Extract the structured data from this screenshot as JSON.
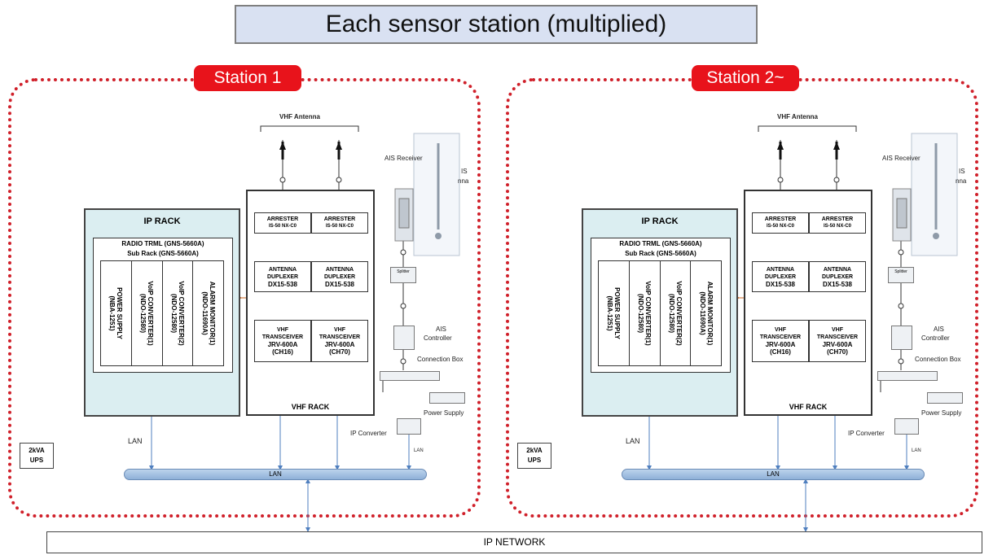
{
  "title": "Each sensor station (multiplied)",
  "stations": [
    {
      "badge": "Station 1",
      "vhf_antenna": "VHF Antenna",
      "ip_rack": {
        "title": "IP RACK",
        "radio_trml": "RADIO TRML (GNS-5660A)",
        "sub_rack": "Sub Rack (GNS-5660A)",
        "modules": [
          {
            "name": "POWER SUPPLY",
            "model": "(NBA-1251)"
          },
          {
            "name": "VoIP CONVERTER(1)",
            "model": "(NDO-12580)"
          },
          {
            "name": "VoIP CONVERTER(2)",
            "model": "(NDO-12580)"
          },
          {
            "name": "ALARM MONITOR(1)",
            "model": "(NDO-11690A)"
          }
        ]
      },
      "vhf_rack": {
        "title": "VHF RACK",
        "arrester": "ARRESTER",
        "arrester_model": "IS-50 NX-C0",
        "duplexer_1": "ANTENNA",
        "duplexer_2": "DUPLEXER",
        "duplexer_model": "DX15-538",
        "vhf": "VHF",
        "transceiver": "TRANSCEIVER",
        "transceiver_model": "JRV-600A",
        "ch_left": "(CH16)",
        "ch_right": "(CH70)"
      },
      "ais_receiver": "AIS Receiver",
      "ais_antenna_1": "IS",
      "ais_antenna_2": "nna",
      "splitter": "Splitter",
      "ais_controller_1": "AIS",
      "ais_controller_2": "Controller",
      "connection_box": "Connection Box",
      "power_supply": "Power Supply",
      "ip_converter": "IP Converter",
      "lan_small": "LAN",
      "lan_label": "LAN",
      "lan_bar": "LAN",
      "ups_1": "2kVA",
      "ups_2": "UPS"
    },
    {
      "badge": "Station 2~",
      "vhf_antenna": "VHF Antenna",
      "ip_rack": {
        "title": "IP RACK",
        "radio_trml": "RADIO TRML (GNS-5660A)",
        "sub_rack": "Sub Rack (GNS-5660A)",
        "modules": [
          {
            "name": "POWER SUPPLY",
            "model": "(NBA-1251)"
          },
          {
            "name": "VoIP CONVERTER(1)",
            "model": "(NDO-12580)"
          },
          {
            "name": "VoIP CONVERTER(2)",
            "model": "(NDO-12580)"
          },
          {
            "name": "ALARM MONITOR(1)",
            "model": "(NDO-11690A)"
          }
        ]
      },
      "vhf_rack": {
        "title": "VHF RACK",
        "arrester": "ARRESTER",
        "arrester_model": "IS-50 NX-C0",
        "duplexer_1": "ANTENNA",
        "duplexer_2": "DUPLEXER",
        "duplexer_model": "DX15-538",
        "vhf": "VHF",
        "transceiver": "TRANSCEIVER",
        "transceiver_model": "JRV-600A",
        "ch_left": "(CH16)",
        "ch_right": "(CH70)"
      },
      "ais_receiver": "AIS Receiver",
      "ais_antenna_1": "IS",
      "ais_antenna_2": "nna",
      "splitter": "Splitter",
      "ais_controller_1": "AIS",
      "ais_controller_2": "Controller",
      "connection_box": "Connection Box",
      "power_supply": "Power Supply",
      "ip_converter": "IP Converter",
      "lan_small": "LAN",
      "lan_label": "LAN",
      "lan_bar": "LAN",
      "ups_1": "2kVA",
      "ups_2": "UPS"
    }
  ],
  "ip_network": "IP NETWORK",
  "colors": {
    "station_outline": "#d0202a",
    "badge": "#e8131b",
    "title_fill": "#d9e1f2",
    "ip_rack_fill": "#dbeef1",
    "lan_line": "#4f7fbf"
  }
}
